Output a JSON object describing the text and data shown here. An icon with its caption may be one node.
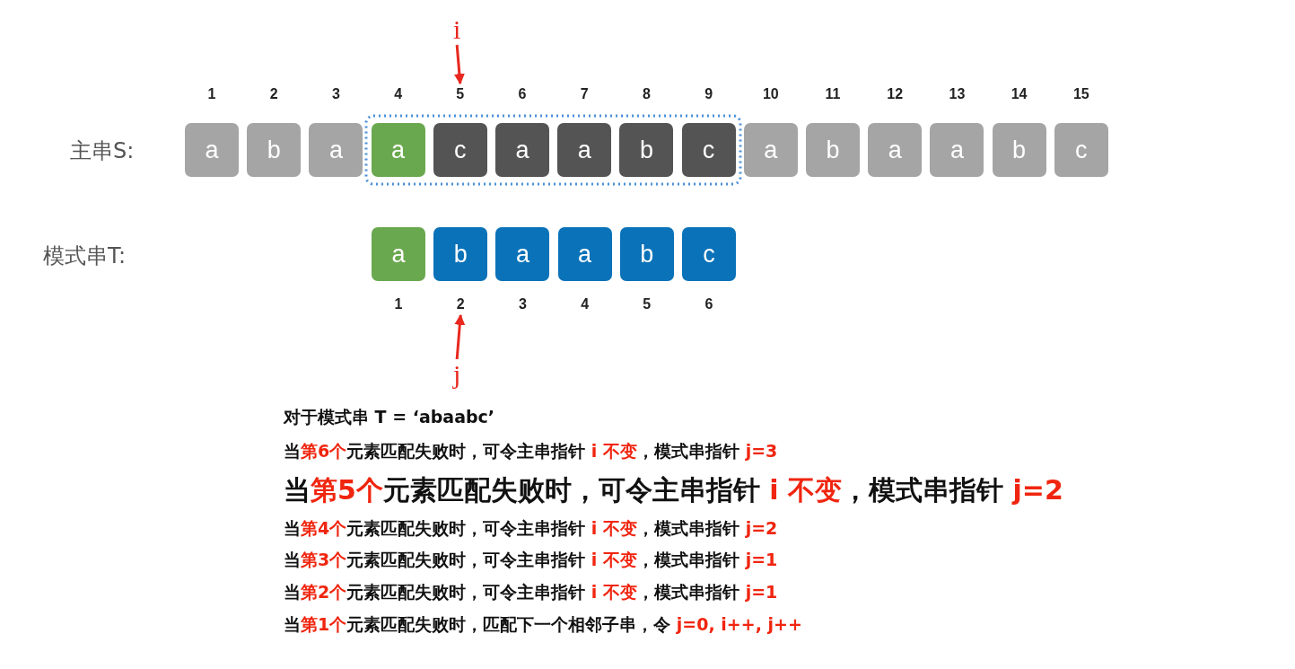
{
  "diagram": {
    "nodes": [
      {
        "text": [
          "i"
        ]
      },
      {
        "text": [
          "a"
        ],
        "beside": [
          "1"
        ]
      },
      {
        "text": [
          "b"
        ],
        "beside": [
          "2"
        ]
      },
      {
        "text": [
          "a"
        ],
        "beside": [
          "3"
        ]
      },
      {
        "text": [
          "a"
        ],
        "beside": [
          "4"
        ]
      },
      {
        "text": [
          "c"
        ],
        "beside": [
          "5"
        ]
      },
      {
        "text": [
          "a"
        ],
        "beside": [
          "6"
        ]
      },
      {
        "text": [
          "a"
        ],
        "beside": [
          "7"
        ]
      },
      {
        "text": [
          "b"
        ],
        "beside": [
          "8"
        ]
      },
      {
        "text": [
          "c"
        ],
        "beside": [
          "9"
        ]
      },
      {
        "text": [
          "a"
        ],
        "beside": [
          "10"
        ]
      },
      {
        "text": [
          "b"
        ],
        "beside": [
          "11"
        ]
      },
      {
        "text": [
          "a"
        ],
        "beside": [
          "12"
        ]
      },
      {
        "text": [
          "a"
        ],
        "beside": [
          "13"
        ]
      },
      {
        "text": [
          "b"
        ],
        "beside": [
          "14"
        ]
      },
      {
        "text": [
          "c"
        ],
        "beside": [
          "15"
        ]
      },
      {
        "text": [
          "a"
        ],
        "beside": [
          "1"
        ]
      },
      {
        "text": [
          "b"
        ],
        "beside": [
          "2"
        ]
      },
      {
        "text": [
          "a"
        ],
        "beside": [
          "3"
        ]
      },
      {
        "text": [
          "a"
        ],
        "beside": [
          "4"
        ]
      },
      {
        "text": [
          "b"
        ],
        "beside": [
          "5"
        ]
      },
      {
        "text": [
          "c"
        ],
        "beside": [
          "6"
        ]
      },
      {
        "text": [
          "j"
        ]
      }
    ],
    "edges": [
      {
        "from": 0,
        "to": 5,
        "arrow": "to"
      },
      {
        "from": 22,
        "to": 17,
        "arrow": "to"
      }
    ],
    "labels": [
      "主串S:",
      "模式串T:",
      "对于模式串 T = ‘abaabc’",
      "当**第6个**元素匹配失败时，可令主串指针 **i 不变**，模式串指针 **j=3**",
      "当**第5个**元素匹配失败时，可令主串指针 **i 不变**，模式串指针 **j=2**",
      "当**第4个**元素匹配失败时，可令主串指针 **i 不变**，模式串指针 **j=2**",
      "当**第3个**元素匹配失败时，可令主串指针 **i 不变**，模式串指针 **j=1**",
      "当**第2个**元素匹配失败时，可令主串指针 **i 不变**，模式串指针 **j=1**",
      "当**第1个**元素匹配失败时，匹配下一个相邻子串，令 **j=0, i++, j++**"
    ]
  }
}
